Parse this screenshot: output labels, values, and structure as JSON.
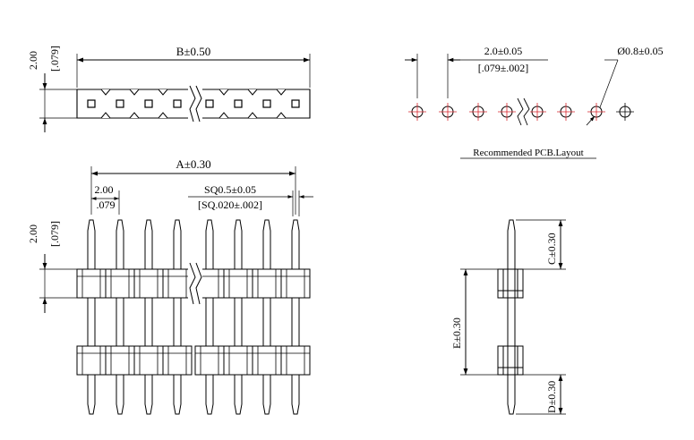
{
  "top_view": {
    "pitch_height_label": "2.00",
    "pitch_height_inch_label": "[.079]",
    "length_label": "B±0.50"
  },
  "pcb_layout": {
    "pitch_label": "2.0±0.05",
    "pitch_inch_label": "[.079±.002]",
    "hole_label": "Ø0.8±0.05",
    "caption": "Recommended PCB.Layout"
  },
  "front_view": {
    "span_label": "A±0.30",
    "pitch_label": "2.00",
    "pitch_inch_label": ".079",
    "pin_label": "SQ0.5±0.05",
    "pin_inch_label": "[SQ.020±.002]",
    "height_label": "2.00",
    "height_inch_label": "[.079]"
  },
  "side_view": {
    "c_label": "C±0.30",
    "e_label": "E±0.30",
    "d_label": "D±0.30"
  }
}
